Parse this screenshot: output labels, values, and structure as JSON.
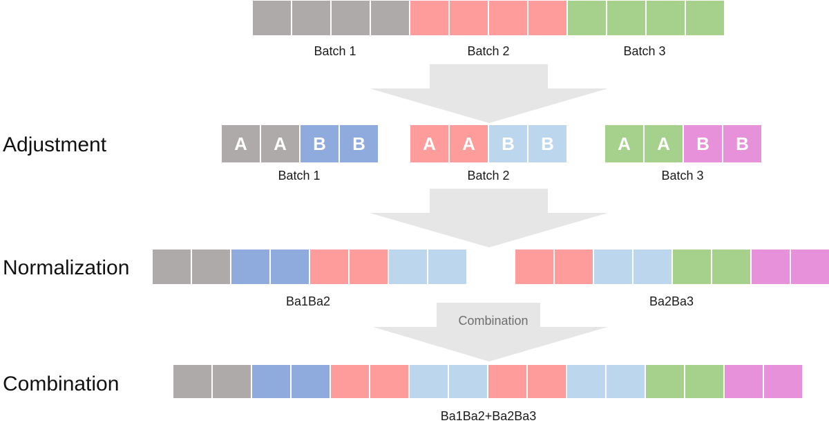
{
  "colors": {
    "gray": "#aeaaa9",
    "red": "#fe9c9c",
    "green": "#a6d18d",
    "blue": "#8faadc",
    "lightblue": "#bcd6ee",
    "pink": "#e691da",
    "arrow": "#e6e6e6"
  },
  "stages": {
    "adjustment": "Adjustment",
    "normalization": "Normalization",
    "combination": "Combination"
  },
  "row1": {
    "cells": [
      "gray",
      "gray",
      "gray",
      "gray",
      "red",
      "red",
      "red",
      "red",
      "green",
      "green",
      "green",
      "green"
    ],
    "labels": [
      "Batch 1",
      "Batch 2",
      "Batch 3"
    ]
  },
  "row2": {
    "groups": [
      {
        "label": "Batch 1",
        "cells": [
          {
            "c": "gray",
            "t": "A"
          },
          {
            "c": "gray",
            "t": "A"
          },
          {
            "c": "blue",
            "t": "B"
          },
          {
            "c": "blue",
            "t": "B"
          }
        ]
      },
      {
        "label": "Batch 2",
        "cells": [
          {
            "c": "red",
            "t": "A"
          },
          {
            "c": "red",
            "t": "A"
          },
          {
            "c": "lightblue",
            "t": "B"
          },
          {
            "c": "lightblue",
            "t": "B"
          }
        ]
      },
      {
        "label": "Batch 3",
        "cells": [
          {
            "c": "green",
            "t": "A"
          },
          {
            "c": "green",
            "t": "A"
          },
          {
            "c": "pink",
            "t": "B"
          },
          {
            "c": "pink",
            "t": "B"
          }
        ]
      }
    ]
  },
  "row3": {
    "groups": [
      {
        "label": "Ba1Ba2",
        "cells": [
          "gray",
          "gray",
          "blue",
          "blue",
          "red",
          "red",
          "lightblue",
          "lightblue"
        ]
      },
      {
        "label": "Ba2Ba3",
        "cells": [
          "red",
          "red",
          "lightblue",
          "lightblue",
          "green",
          "green",
          "pink",
          "pink"
        ]
      }
    ]
  },
  "arrow3_label": "Combination",
  "row4": {
    "label": "Ba1Ba2+Ba2Ba3",
    "cells": [
      "gray",
      "gray",
      "blue",
      "blue",
      "red",
      "red",
      "lightblue",
      "lightblue",
      "red",
      "red",
      "lightblue",
      "lightblue",
      "green",
      "green",
      "pink",
      "pink"
    ]
  }
}
